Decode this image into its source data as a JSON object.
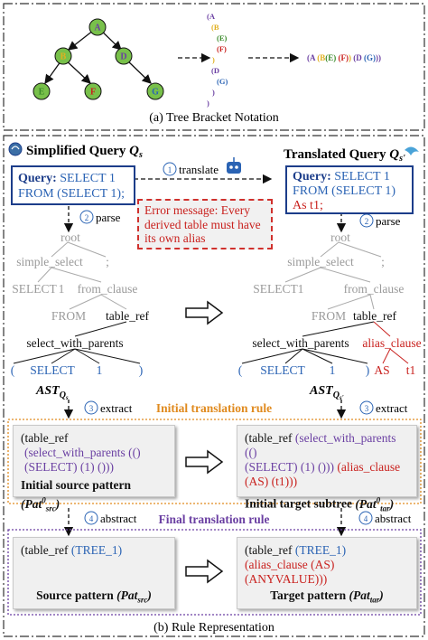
{
  "tree_top": {
    "nodes": [
      "A",
      "B",
      "D",
      "E",
      "F",
      "G"
    ],
    "bracket_lines": [
      "(A",
      "(B",
      "(E)",
      "(F)",
      ")",
      "(D",
      "(G)",
      ")",
      ")"
    ],
    "linear": "(A (B(E) (F)) (D (G)))",
    "caption": "(a) Tree Bracket Notation"
  },
  "headers": {
    "left_prefix": "Simplified Query",
    "right_prefix": "Translated Query"
  },
  "steps": {
    "translate_num": "①",
    "translate": "translate",
    "parse_num": "②",
    "parse": "parse",
    "extract_num": "③",
    "extract": "extract",
    "abstract_num": "④",
    "abstract": "abstract"
  },
  "query_left": {
    "label": "Query:",
    "line1": "SELECT 1",
    "line2": "FROM (SELECT 1);"
  },
  "query_right": {
    "label": "Query:",
    "line1": "SELECT 1",
    "line2": "FROM (SELECT 1)",
    "line3": "As t1;"
  },
  "error": {
    "text": "Error message: Every derived table must have its own alias"
  },
  "parse_tree": {
    "root": "root",
    "simple_select": "simple_select",
    "semicolon": ";",
    "select_kw": "SELECT",
    "one": "1",
    "from_clause": "from_clause",
    "from_kw": "FROM",
    "table_ref": "table_ref",
    "select_with_parents": "select_with_parents",
    "lparen": "(",
    "rparen": ")",
    "alias_clause": "alias_clause",
    "as_kw": "AS",
    "t1": "t1"
  },
  "ast_label": "AST",
  "section_titles": {
    "initial": "Initial translation rule",
    "final": "Final translation rule"
  },
  "patterns": {
    "init_src": {
      "l1": "(table_ref",
      "l2": "(select_with_parents (()",
      "l3": "(SELECT) (1) ()))",
      "caption": "Initial source pattern"
    },
    "init_tar": {
      "l1a": "(table_ref ",
      "l1b": "(select_with_parents (()",
      "l2a": "(SELECT) (1) ())) ",
      "l2b": "(alias_clause",
      "l3": "(AS) (t1)))",
      "caption": "Initial target subtree"
    },
    "src": {
      "l1a": "(table_ref ",
      "l1b": "(TREE_1)",
      "caption": "Source pattern"
    },
    "tar": {
      "l1a": "(table_ref ",
      "l1b": "(TREE_1)",
      "l2": "(alias_clause (AS)",
      "l3": "(ANYVALUE)))",
      "caption": "Target pattern"
    }
  },
  "caption_b": "(b) Rule Representation",
  "colors": {
    "blue": "#2a63b4",
    "purple": "#6a3fa2",
    "red": "#c9211e",
    "orange": "#e08a1e",
    "navy": "#1c3d8a",
    "gray": "#9a9a9a",
    "green": "#3a8a2a"
  }
}
